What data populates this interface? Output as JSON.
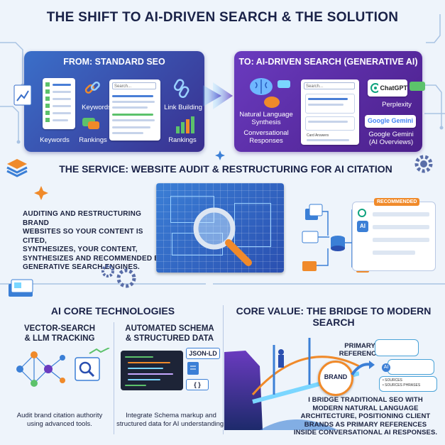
{
  "title": "THE SHIFT TO AI-DRIVEN SEARCH & THE SOLUTION",
  "from_panel": {
    "heading": "FROM: STANDARD SEO",
    "search_placeholder": "Search...",
    "labels": {
      "keywords_top": "Keywords",
      "link_building": "Link Building",
      "keywords_bottom": "Keywords",
      "rankings_mid": "Rankings",
      "rankings_right": "Rankings"
    }
  },
  "to_panel": {
    "heading": "TO: AI-DRIVEN SEARCH (GENERATIVE AI)",
    "search_placeholder": "Search...",
    "labels": {
      "nls": "Natural Language\nSynthesis",
      "conv": "Conversational\nResponses",
      "chatgpt": "ChatGPT",
      "perplexity": "Perplexity",
      "gemini_logo": "Google Gemini",
      "gemini_caption": "Google Gemini\n(AI Overviews)",
      "card_text": "Card Answers"
    }
  },
  "service": {
    "heading": "THE SERVICE: WEBSITE AUDIT & RESTRUCTURING FOR AI CITATION",
    "description": "AUDITING AND RESTRUCTURING BRAND\nWEBSITES SO YOUR CONTENT IS CITED,\nSYNTHESIZES, YOUR CONTENT,\nSYNTHESIZES AND RECOMMENDED BY\nGENERATIVE SEARCH ENGINES.",
    "recommended_badge": "RECOMMENDED",
    "ai_badge": "AI"
  },
  "core_tech": {
    "heading": "AI CORE TECHNOLOGIES",
    "vector": {
      "title": "VECTOR-SEARCH\n& LLM TRACKING",
      "caption": "Audit brand citation authority\nusing advanced tools."
    },
    "schema": {
      "title": "AUTOMATED SCHEMA\n& STRUCTURED DATA",
      "json_label": "JSON-LD",
      "code_tag": "{ }",
      "caption": "Integrate Schema markup and\nstructured data for AI understanding."
    }
  },
  "core_value": {
    "heading": "CORE VALUE: THE BRIDGE TO MODERN SEARCH",
    "primary_reference": "PRIMARY\nREFERENCE",
    "brand": "BRAND",
    "sources": "• SOURCES\n• SOURCES PHRASES",
    "ai_badge": "AI",
    "description": "I BRIDGE TRADITIONAL SEO WITH\nMODERN NATURAL LANGUAGE\nARCHITECTURE, POSITIONING CLIENT\nBRANDS AS PRIMARY REFERENCES\nINSIDE CONVERSATIONAL AI RESPONSES."
  },
  "colors": {
    "std_panel": "#3a4fb0",
    "ai_panel": "#5a2d9f",
    "accent_orange": "#f08a2a",
    "accent_blue": "#3b7fd6",
    "green": "#5cc26b"
  }
}
